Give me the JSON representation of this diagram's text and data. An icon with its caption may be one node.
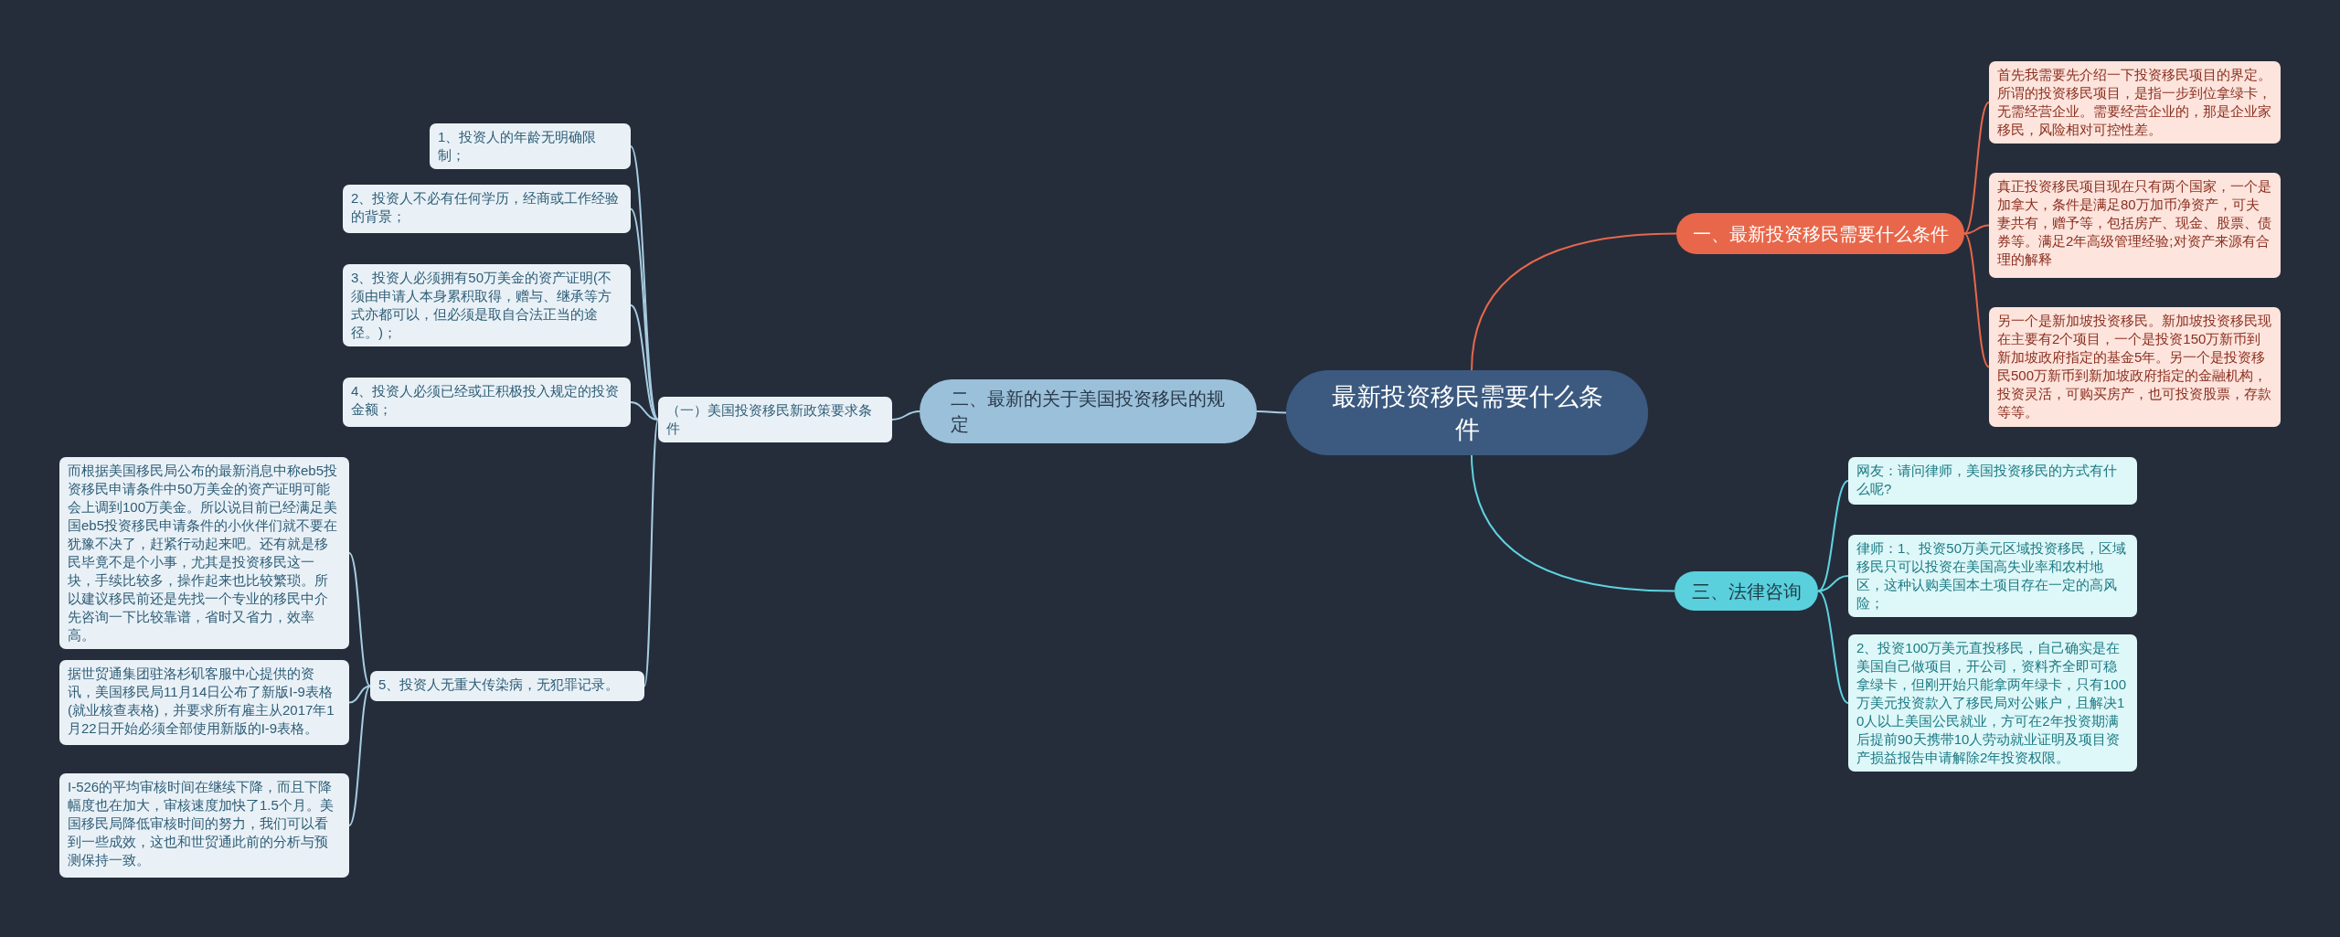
{
  "diagram": {
    "nodes": [
      {
        "text": [
          "最新投资移民需要什么条件"
        ]
      },
      {
        "text": [
          "一、最新投资移民需要什么条件"
        ]
      },
      {
        "text": [
          "首先我需要先介绍一下投资移民项目的界定。所谓的投资移民项目，是指一步到位拿绿卡，无需经营企业。需要经营企业的，那是企业家移民，风险相对可控性差。"
        ]
      },
      {
        "text": [
          "真正投资移民项目现在只有两个国家，一个是加拿大，条件是满足80万加币净资产，可夫妻共有，赠予等，包括房产、现金、股票、债券等。满足2年高级管理经验;对资产来源有合理的解释"
        ]
      },
      {
        "text": [
          "另一个是新加坡投资移民。新加坡投资移民现在主要有2个项目，一个是投资150万新币到新加坡政府指定的基金5年。另一个是投资移民500万新币到新加坡政府指定的金融机构，投资灵活，可购买房产，也可投资股票，存款等等。"
        ]
      },
      {
        "text": [
          "二、最新的关于美国投资移民的规定"
        ]
      },
      {
        "text": [
          "（一）美国投资移民新政策要求条件"
        ]
      },
      {
        "text": [
          "1、投资人的年龄无明确限制；"
        ]
      },
      {
        "text": [
          "2、投资人不必有任何学历，经商或工作经验的背景；"
        ]
      },
      {
        "text": [
          "3、投资人必须拥有50万美金的资产证明(不须由申请人本身累积取得，赠与、继承等方式亦都可以，但必须是取自合法正当的途径。)；"
        ]
      },
      {
        "text": [
          "4、投资人必须已经或正积极投入规定的投资金额；"
        ]
      },
      {
        "text": [
          "5、投资人无重大传染病，无犯罪记录。"
        ]
      },
      {
        "text": [
          "而根据美国移民局公布的最新消息中称eb5投资移民申请条件中50万美金的资产证明可能会上调到100万美金。所以说目前已经满足美国eb5投资移民申请条件的小伙伴们就不要在犹豫不决了，赶紧行动起来吧。还有就是移民毕竟不是个小事，尤其是投资移民这一块，手续比较多，操作起来也比较繁琐。所以建议移民前还是先找一个专业的移民中介先咨询一下比较靠谱，省时又省力，效率高。"
        ]
      },
      {
        "text": [
          "据世贸通集团驻洛杉矶客服中心提供的资讯，美国移民局11月14日公布了新版I-9表格(就业核查表格)，并要求所有雇主从2017年1月22日开始必须全部使用新版的I-9表格。"
        ]
      },
      {
        "text": [
          "I-526的平均审核时间在继续下降，而且下降幅度也在加大，审核速度加快了1.5个月。美国移民局降低审核时间的努力，我们可以看到一些成效，这也和世贸通此前的分析与预测保持一致。"
        ]
      },
      {
        "text": [
          "三、法律咨询"
        ]
      },
      {
        "text": [
          "网友：请问律师，美国投资移民的方式有什么呢?"
        ]
      },
      {
        "text": [
          "律师：1、投资50万美元区域投资移民，区域移民只可以投资在美国高失业率和农村地区，这种认购美国本土项目存在一定的高风险；"
        ]
      },
      {
        "text": [
          "2、投资100万美元直投移民，自己确实是在美国自己做项目，开公司，资料齐全即可稳拿绿卡，但刚开始只能拿两年绿卡，只有100万美元投资款入了移民局对公账户，且解决10人以上美国公民就业，方可在2年投资期满后提前90天携带10人劳动就业证明及项目资产损益报告申请解除2年投资权限。"
        ]
      }
    ],
    "edges": [
      {
        "from": 0,
        "to": 1,
        "arrow": "none",
        "color": "#e8674a"
      },
      {
        "from": 1,
        "to": 2,
        "arrow": "none",
        "color": "#e8674a"
      },
      {
        "from": 1,
        "to": 3,
        "arrow": "none",
        "color": "#e8674a"
      },
      {
        "from": 1,
        "to": 4,
        "arrow": "none",
        "color": "#e8674a"
      },
      {
        "from": 0,
        "to": 5,
        "arrow": "none"
      },
      {
        "from": 5,
        "to": 6,
        "arrow": "none"
      },
      {
        "from": 6,
        "to": 7,
        "arrow": "none"
      },
      {
        "from": 6,
        "to": 8,
        "arrow": "none"
      },
      {
        "from": 6,
        "to": 9,
        "arrow": "none"
      },
      {
        "from": 6,
        "to": 10,
        "arrow": "none"
      },
      {
        "from": 6,
        "to": 11,
        "arrow": "none"
      },
      {
        "from": 11,
        "to": 12,
        "arrow": "none"
      },
      {
        "from": 11,
        "to": 13,
        "arrow": "none"
      },
      {
        "from": 11,
        "to": 14,
        "arrow": "none"
      },
      {
        "from": 0,
        "to": 15,
        "arrow": "none",
        "color": "#5fd3e0"
      },
      {
        "from": 15,
        "to": 16,
        "arrow": "none",
        "color": "#5fd3e0"
      },
      {
        "from": 15,
        "to": 17,
        "arrow": "none",
        "color": "#5fd3e0"
      },
      {
        "from": 15,
        "to": 18,
        "arrow": "none",
        "color": "#5fd3e0"
      }
    ]
  }
}
